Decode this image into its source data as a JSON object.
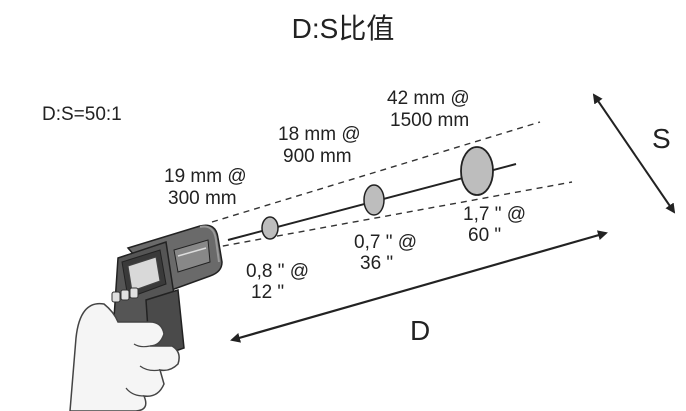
{
  "title": "D:S比值",
  "ratio": "D:S=50:1",
  "axis": {
    "distance": "D",
    "spot": "S"
  },
  "spots": [
    {
      "metric_line1": "19 mm @",
      "metric_line2": "300 mm",
      "imperial_line1": "0,8 \" @",
      "imperial_line2": "12 \""
    },
    {
      "metric_line1": "18 mm @",
      "metric_line2": "900 mm",
      "imperial_line1": "0,7 \" @",
      "imperial_line2": "36 \""
    },
    {
      "metric_line1": "42 mm @",
      "metric_line2": "1500 mm",
      "imperial_line1": "1,7 \" @",
      "imperial_line2": "60 \""
    }
  ],
  "colors": {
    "ink": "#222222",
    "spot_fill": "#bdbdbd",
    "device_body": "#5a5a5a",
    "device_screen": "#d9d9d9"
  }
}
